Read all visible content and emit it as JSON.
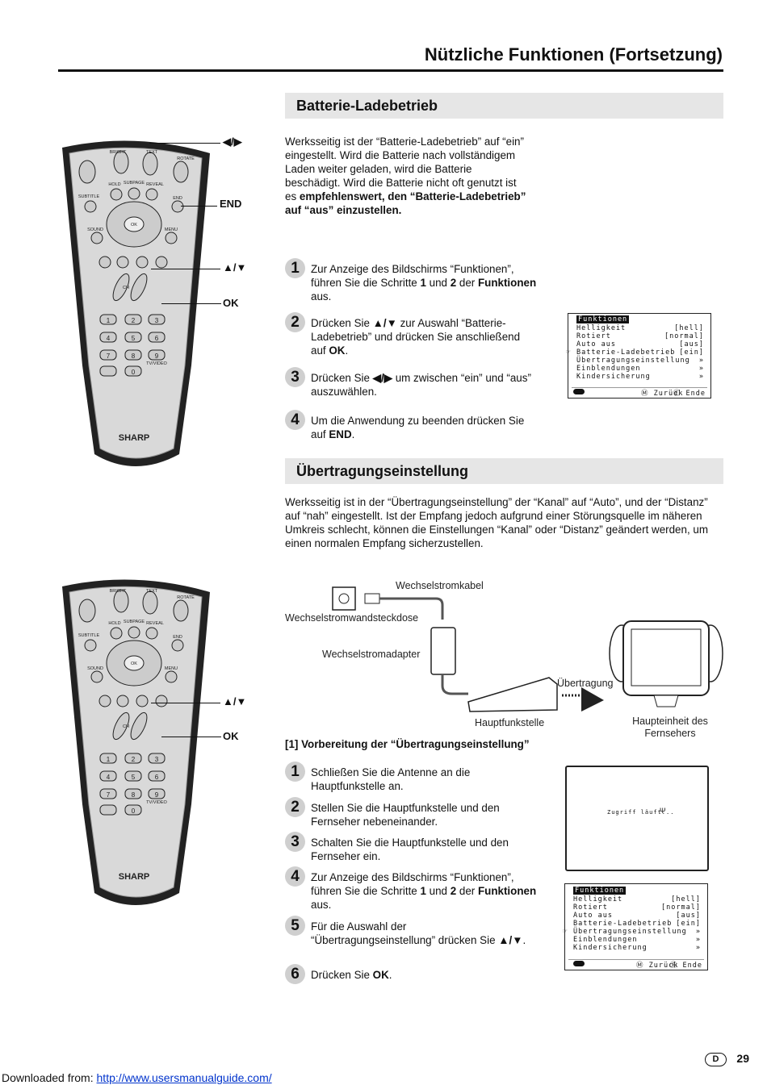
{
  "header": {
    "title": "Nützliche Funktionen (Fortsetzung)"
  },
  "section1": {
    "title": "Batterie-Ladebetrieb",
    "intro": "Werksseitig ist der “Batterie-Ladebetrieb” auf “ein” eingestellt. Wird die Batterie nach vollständigem Laden weiter geladen, wird die Batterie beschädigt. Wird die Batterie nicht oft genutzt ist es",
    "intro_bold": "empfehlenswert, den “Batterie-Ladebetrieb” auf “aus” einzustellen.",
    "steps": [
      {
        "num": "1",
        "a": "Zur Anzeige des Bildschirms “Funktionen”, führen Sie die Schritte ",
        "b1": "1",
        "c": " und ",
        "b2": "2",
        "d": " der ",
        "b3": "Funktionen",
        "e": " aus."
      },
      {
        "num": "2",
        "a": "Drücken Sie ",
        "b1": "▲/▼",
        "c": " zur Auswahl “Batterie-Ladebetrieb” und drücken Sie anschließend auf ",
        "b2": "OK",
        "d": "."
      },
      {
        "num": "3",
        "a": "Drücken Sie ",
        "b1": "◀/▶",
        "c": " um zwischen “ein” und “aus” auszuwählen."
      },
      {
        "num": "4",
        "a": "Um die Anwendung zu beenden drücken Sie auf ",
        "b1": "END",
        "c": "."
      }
    ],
    "callouts": {
      "lr": "◀/▶",
      "end": "END",
      "ud": "▲/▼",
      "ok": "OK"
    }
  },
  "osd": {
    "header": "Funktionen",
    "rows": [
      {
        "label": "Helligkeit",
        "value": "[hell]"
      },
      {
        "label": "Rotiert",
        "value": "[normal]"
      },
      {
        "label": "Auto aus",
        "value": "[aus]"
      },
      {
        "label": "Batterie-Ladebetrieb",
        "value": "[ein]"
      },
      {
        "label": "Übertragungseinstellung",
        "value": "»"
      },
      {
        "label": "Einblendungen",
        "value": "»"
      },
      {
        "label": "Kindersicherung",
        "value": "»"
      }
    ],
    "footer_back": "Zurück",
    "footer_end": "Ende"
  },
  "section2": {
    "title": "Übertragungseinstellung",
    "intro": "Werksseitig ist in der “Übertragungseinstellung” der “Kanal” auf “Auto”, und der “Distanz” auf “nah” eingestellt. Ist der Empfang jedoch aufgrund einer Störungsquelle im näheren Umkreis schlecht, können die Einstellungen “Kanal” oder “Distanz” geändert werden, um einen normalen Empfang sicherzustellen.",
    "diagram": {
      "cable": "Wechselstromkabel",
      "outlet": "Wechselstromwandsteckdose",
      "adapter": "Wechselstromadapter",
      "transmission": "Übertragung",
      "base": "Hauptfunkstelle",
      "tv1": "Haupteinheit des",
      "tv2": "Fernsehers"
    },
    "sub_heading": "[1] Vorbereitung der “Übertragungseinstellung”",
    "screen_text": "Zugriff läuft...",
    "steps": [
      {
        "num": "1",
        "a": "Schließen Sie die Antenne an die Hauptfunkstelle an."
      },
      {
        "num": "2",
        "a": "Stellen Sie die Hauptfunkstelle und den Fernseher nebeneinander."
      },
      {
        "num": "3",
        "a": "Schalten Sie die Hauptfunkstelle und den Fernseher ein."
      },
      {
        "num": "4",
        "a": "Zur Anzeige des Bildschirms “Funktionen”, führen Sie die Schritte ",
        "b1": "1",
        "c": " und ",
        "b2": "2",
        "d": " der ",
        "b3": "Funktionen",
        "e": " aus."
      },
      {
        "num": "5",
        "a": "Für die Auswahl der “Übertragungseinstellung” drücken Sie ",
        "b1": "▲/▼",
        "c": "."
      },
      {
        "num": "6",
        "a": "Drücken Sie ",
        "b1": "OK",
        "c": "."
      }
    ],
    "callouts": {
      "ud": "▲/▼",
      "ok": "OK"
    }
  },
  "remote": {
    "brand": "SHARP",
    "labels": {
      "bright": "BRIGHT",
      "text": "TEXT",
      "rotate": "ROTATE",
      "hold": "HOLD",
      "subpage": "SUBPAGE",
      "reveal": "REVEAL",
      "subtitle": "SUBTITLE",
      "end": "END",
      "sound": "SOUND",
      "menu": "MENU",
      "ok": "OK",
      "ch": "CH",
      "tvvideo": "TV/VIDEO",
      "t": "T",
      "e": "E",
      "m": "M"
    },
    "digits": [
      "1",
      "2",
      "3",
      "4",
      "5",
      "6",
      "7",
      "8",
      "9",
      "0"
    ]
  },
  "footer": {
    "lang": "D",
    "page": "29",
    "download_label": "Downloaded from: ",
    "download_link": "http://www.usersmanualguide.com/"
  }
}
